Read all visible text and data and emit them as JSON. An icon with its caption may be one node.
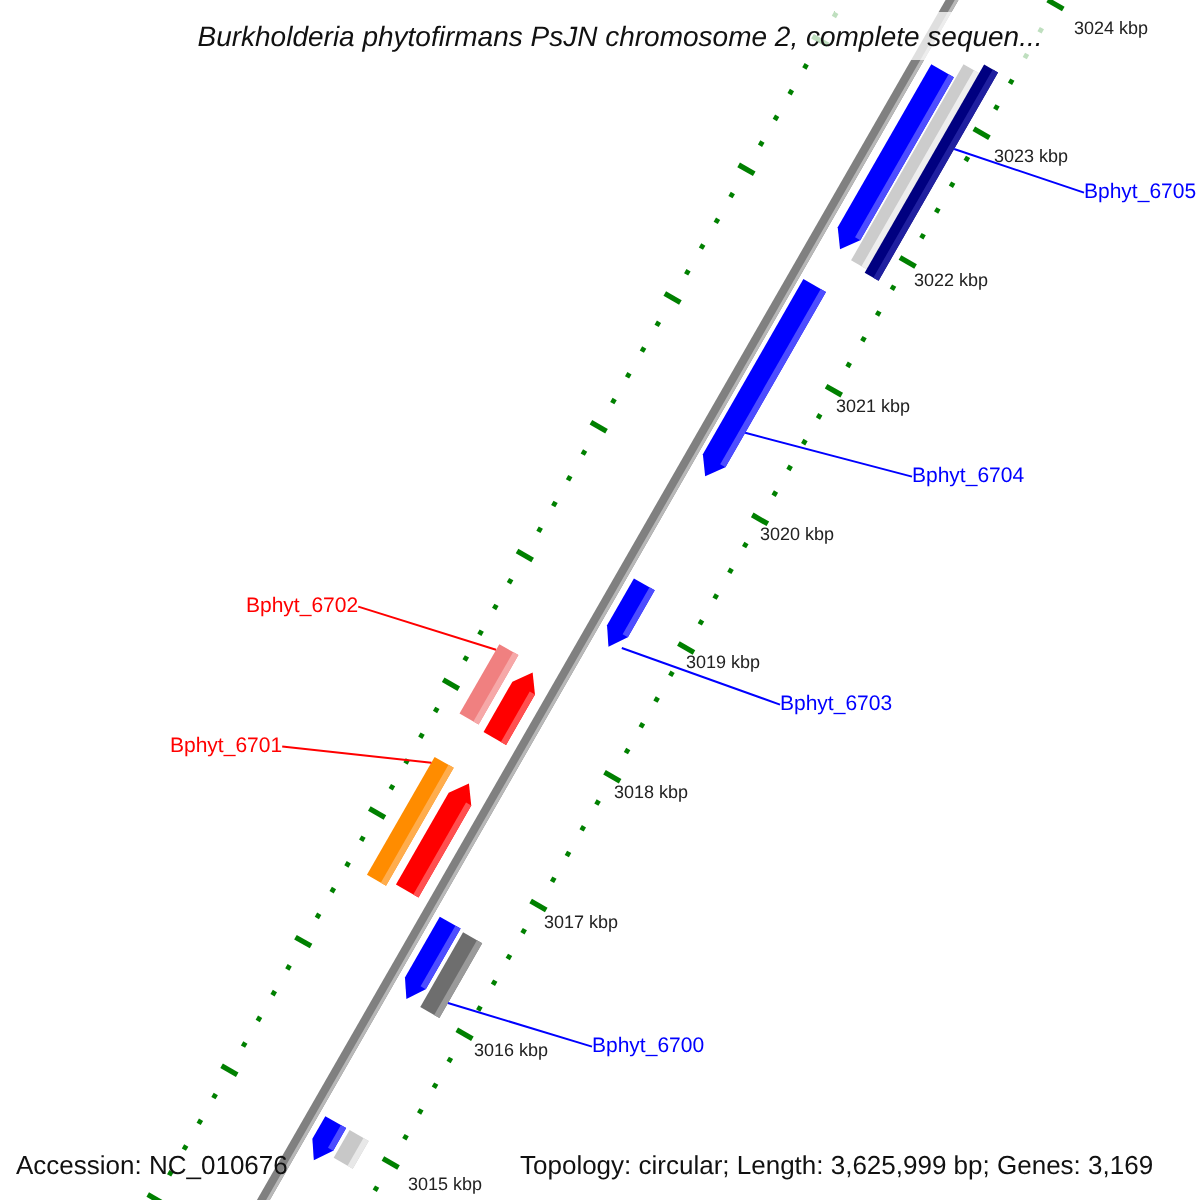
{
  "diagram": {
    "title": "Burkholderia phytofirmans PsJN chromosome 2, complete sequen...",
    "nodes": [
      {
        "text": [
          "Bphyt_6705"
        ]
      },
      {
        "text": [],
        "shape": "arrow"
      },
      {
        "text": [],
        "shape": "box"
      },
      {
        "text": [],
        "shape": "box"
      },
      {
        "text": [
          "Bphyt_6704"
        ]
      },
      {
        "text": [],
        "shape": "arrow"
      },
      {
        "text": [
          "Bphyt_6703"
        ]
      },
      {
        "text": [],
        "shape": "arrow"
      },
      {
        "text": [
          "Bphyt_6702"
        ]
      },
      {
        "text": [],
        "shape": "box"
      },
      {
        "text": [],
        "shape": "arrow"
      },
      {
        "text": [
          "Bphyt_6701"
        ]
      },
      {
        "text": [],
        "shape": "box"
      },
      {
        "text": [],
        "shape": "arrow"
      },
      {
        "text": [],
        "shape": "arrow"
      },
      {
        "text": [],
        "shape": "box"
      },
      {
        "text": [
          "Bphyt_6700"
        ]
      },
      {
        "text": [],
        "shape": "arrow"
      },
      {
        "text": [],
        "shape": "box"
      }
    ],
    "edges": [
      {
        "from": 0,
        "to": 3,
        "arrow": "none"
      },
      {
        "from": 4,
        "to": 5,
        "arrow": "none"
      },
      {
        "from": 6,
        "to": 7,
        "arrow": "none"
      },
      {
        "from": 8,
        "to": 9,
        "arrow": "none",
        "color": "#ff0000"
      },
      {
        "from": 11,
        "to": 12,
        "arrow": "none",
        "color": "#ff0000"
      },
      {
        "from": 16,
        "to": 15,
        "arrow": "none"
      }
    ],
    "labels": [
      "3024 kbp",
      "3023 kbp",
      "3022 kbp",
      "3021 kbp",
      "3020 kbp",
      "3019 kbp",
      "3018 kbp",
      "3017 kbp",
      "3016 kbp",
      "3015 kbp",
      "Accession: NC_010676",
      "Topology: circular; Length: 3,625,999 bp; Genes: 3,169"
    ]
  }
}
